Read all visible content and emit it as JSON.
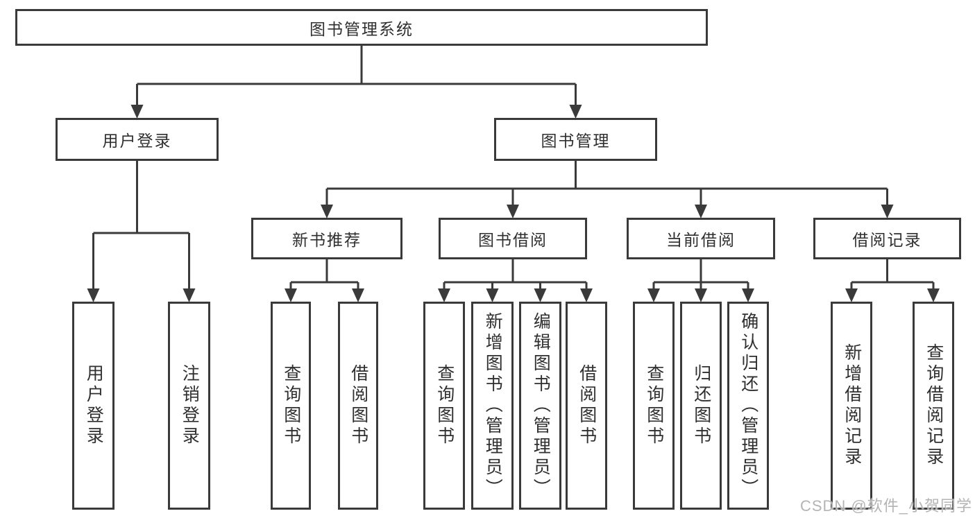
{
  "colors": {
    "line": "#3a3a3a",
    "box_border": "#3a3a3a",
    "box_background": "#ffffff",
    "text": "#2f2f2f",
    "watermark_text": "#b4b4b4"
  },
  "watermark": {
    "text": "CSDN @软件_小贺同学"
  },
  "tree": {
    "root": {
      "label": "图书管理系统"
    },
    "branches": [
      {
        "label": "用户登录",
        "children": [
          {
            "label": "用户登录"
          },
          {
            "label": "注销登录"
          }
        ]
      },
      {
        "label": "图书管理",
        "children": [
          {
            "label": "新书推荐",
            "children": [
              {
                "label": "查询图书"
              },
              {
                "label": "借阅图书"
              }
            ]
          },
          {
            "label": "图书借阅",
            "children": [
              {
                "label": "查询图书"
              },
              {
                "label": "新增图书（管理员）"
              },
              {
                "label": "编辑图书（管理员）"
              },
              {
                "label": "借阅图书"
              }
            ]
          },
          {
            "label": "当前借阅",
            "children": [
              {
                "label": "查询图书"
              },
              {
                "label": "归还图书"
              },
              {
                "label": "确认归还（管理员）"
              }
            ]
          },
          {
            "label": "借阅记录",
            "children": [
              {
                "label": "新增借阅记录"
              },
              {
                "label": "查询借阅记录"
              }
            ]
          }
        ]
      }
    ]
  }
}
